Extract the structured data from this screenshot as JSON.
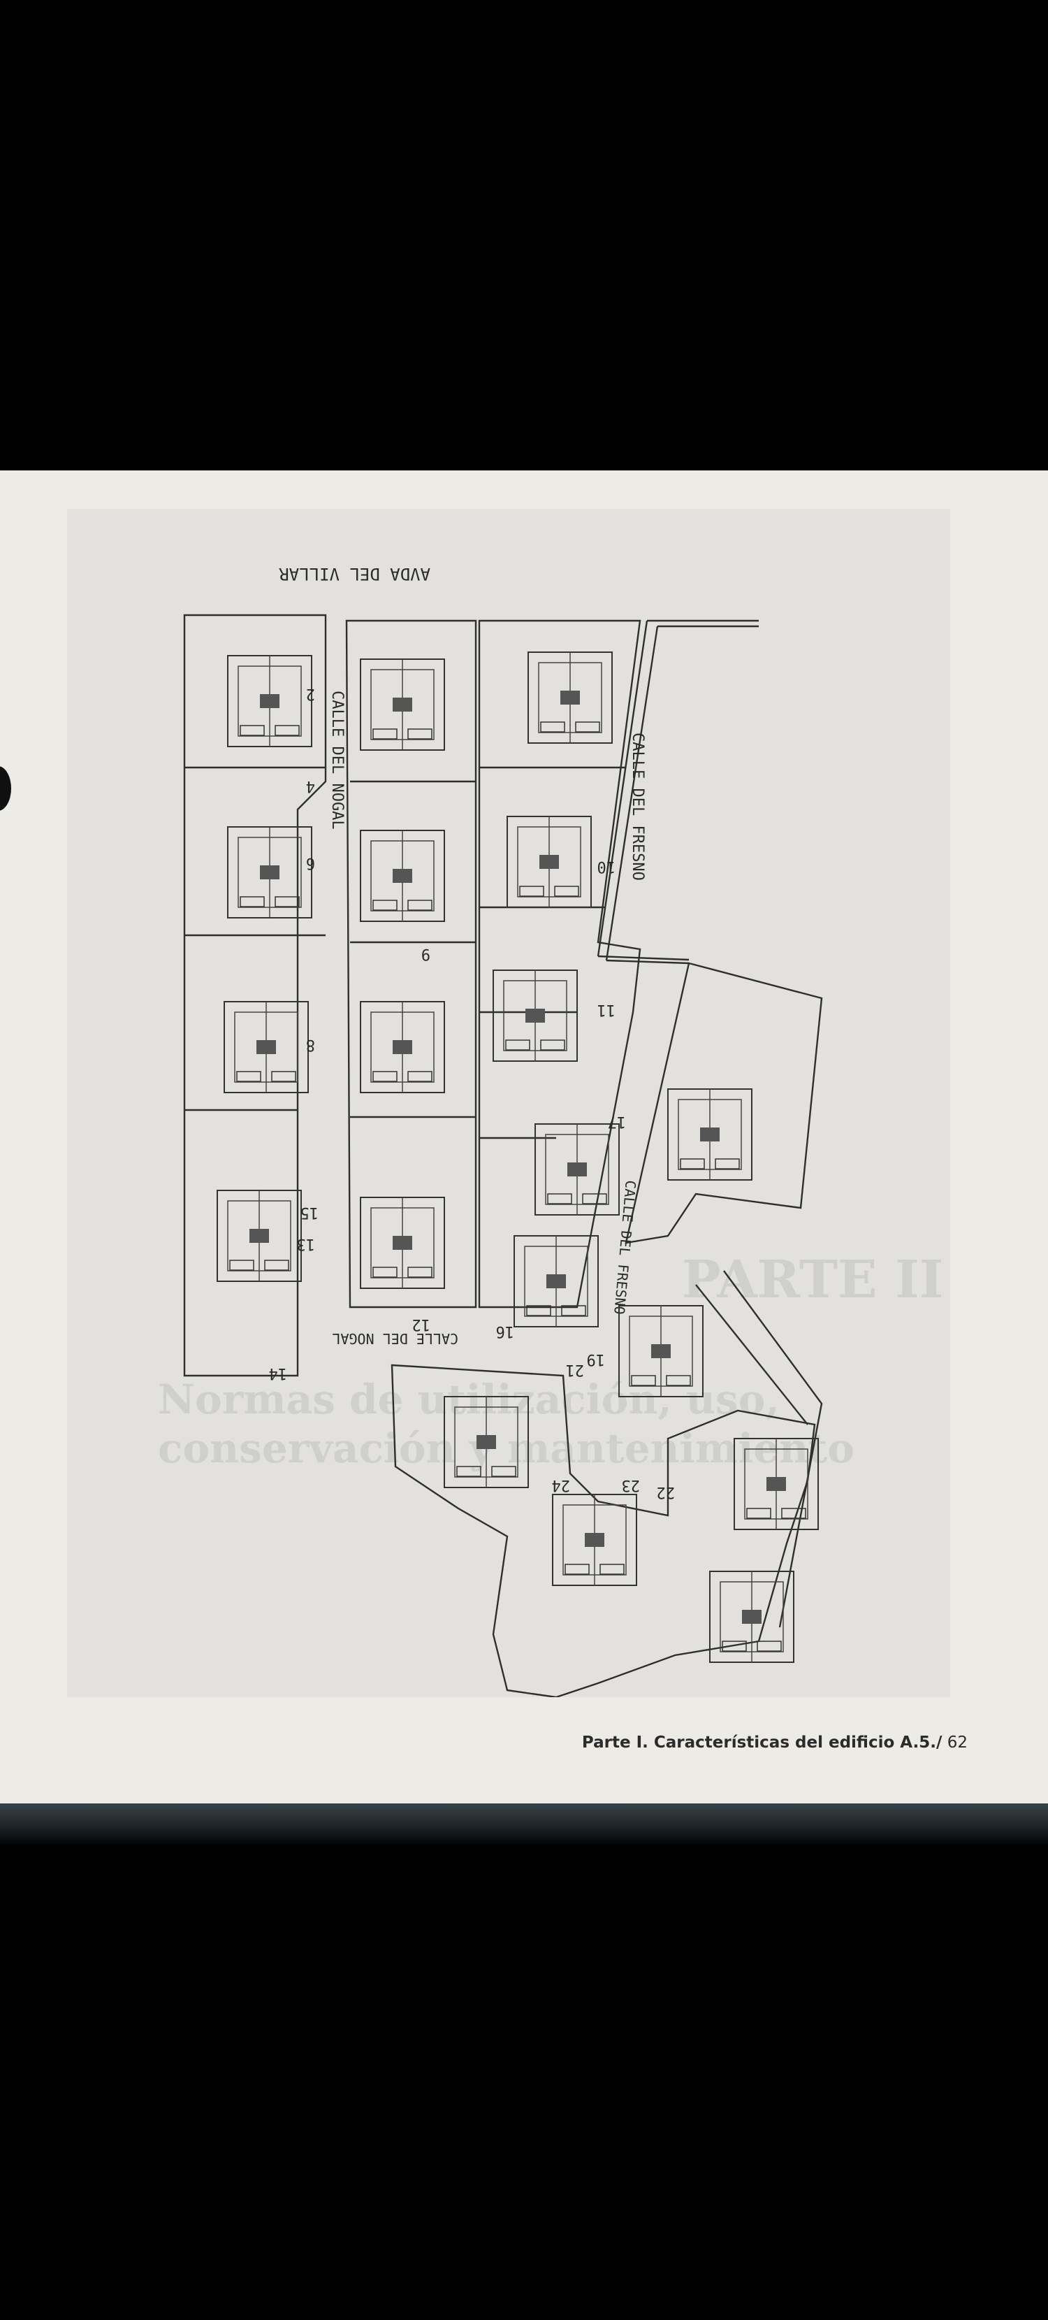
{
  "document": {
    "caption": {
      "title": "Parte I. Características del edificio A.5./",
      "page_number": "62"
    },
    "bleed_through_text": {
      "part": "PARTE II",
      "line1": "Normas de utilización, uso,",
      "line2": "conservación y mantenimiento"
    },
    "plan": {
      "street_labels": [
        "AVDA DEL VILLAR",
        "CALLE DEL NOGAL",
        "CALLE DEL FRESNO",
        "CALLE DEL FRESNO",
        "CALLE DEL NOGAL"
      ],
      "plot_numbers": [
        "2",
        "4",
        "6",
        "8",
        "9",
        "10",
        "11",
        "12",
        "13",
        "14",
        "15",
        "16",
        "17",
        "19",
        "21",
        "22",
        "23",
        "24"
      ]
    }
  }
}
